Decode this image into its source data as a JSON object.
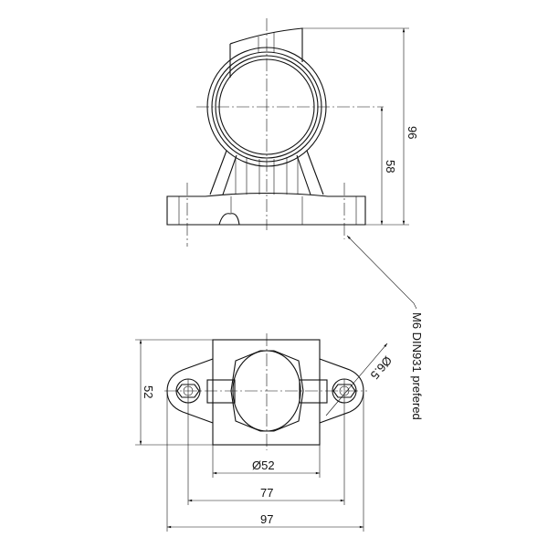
{
  "dimensions": {
    "height_total": "96",
    "height_center": "58",
    "depth": "52",
    "diameter": "Ø52",
    "hole_spacing": "77",
    "width_total": "97",
    "hole_diameter": "Ø6.5"
  },
  "note": "M6 DIN931 prefered",
  "colors": {
    "line": "#111111",
    "background": "#ffffff"
  }
}
